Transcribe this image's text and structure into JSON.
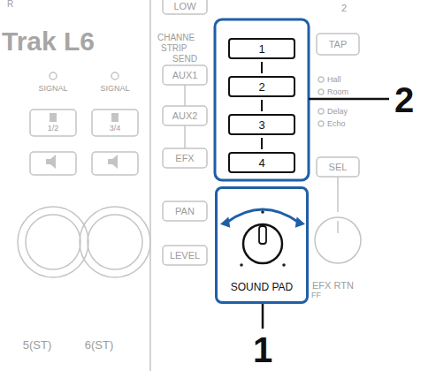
{
  "diagram": {
    "nodes": [
      {
        "text": [
          "1"
        ]
      },
      {
        "text": [
          "2"
        ]
      },
      {
        "text": [
          "3"
        ]
      },
      {
        "text": [
          "4"
        ]
      },
      {
        "text": [
          "SOUND PAD"
        ]
      }
    ],
    "edges": [
      {
        "from": 0,
        "to": 1,
        "arrow": "none"
      },
      {
        "from": 1,
        "to": 2,
        "arrow": "none"
      },
      {
        "from": 2,
        "to": 3,
        "arrow": "none"
      }
    ],
    "labels": [
      "R",
      "Trak L6",
      "SIGNAL",
      "SIGNAL",
      "1/2",
      "3/4",
      "5(ST)",
      "6(ST)",
      "LOW",
      "CHANNE",
      "STRIP",
      "SEND",
      "AUX1",
      "AUX2",
      "EFX",
      "PAN",
      "LEVEL",
      "2",
      "TAP",
      "Hall",
      "Room",
      "Delay",
      "Echo",
      "SEL",
      "FF",
      "EFX RTN",
      "2",
      "1"
    ]
  }
}
